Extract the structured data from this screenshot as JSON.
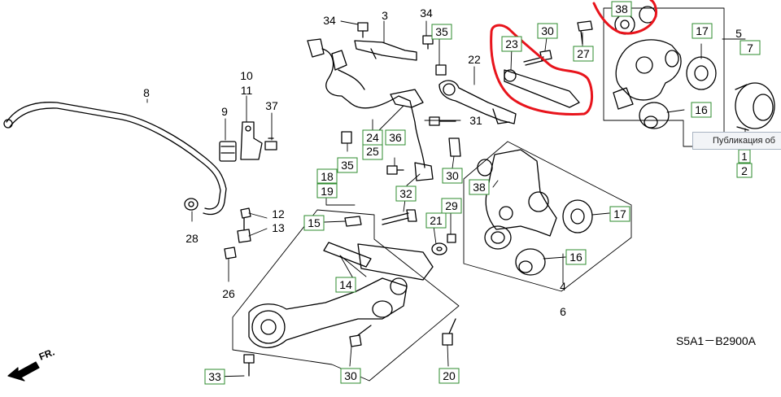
{
  "labels": {
    "n1": "1",
    "n2": "2",
    "n3": "3",
    "n4": "4",
    "n5": "5",
    "n6": "6",
    "n7": "7",
    "n8": "8",
    "n9": "9",
    "n10": "10",
    "n11": "11",
    "n12": "12",
    "n13": "13",
    "n14": "14",
    "n15": "15",
    "n16a": "16",
    "n16b": "16",
    "n17a": "17",
    "n17b": "17",
    "n18": "18",
    "n19": "19",
    "n20": "20",
    "n21": "21",
    "n22": "22",
    "n23": "23",
    "n24": "24",
    "n25": "25",
    "n26": "26",
    "n27": "27",
    "n28": "28",
    "n29": "29",
    "n30a": "30",
    "n30b": "30",
    "n30c": "30",
    "n31": "31",
    "n32": "32",
    "n33": "33",
    "n34a": "34",
    "n34b": "34",
    "n35a": "35",
    "n35b": "35",
    "n36": "36",
    "n37": "37",
    "n38a": "38",
    "n38b": "38"
  },
  "diagram_code": "S5A1－B2900A",
  "front_marker": "FR.",
  "tooltip_text": "Публикация об",
  "colors": {
    "ink": "#000000",
    "box_border": "#2e8b2e",
    "highlight": "#e8141c"
  }
}
